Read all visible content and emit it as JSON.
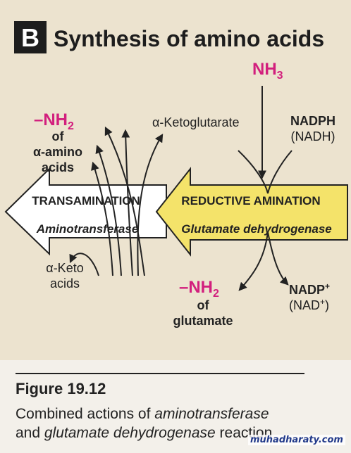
{
  "header": {
    "badge": "B",
    "title": "Synthesis of amino acids"
  },
  "diagram": {
    "nh3": {
      "base": "NH",
      "sub": "3"
    },
    "nh2_top": {
      "base": "–NH",
      "sub": "2",
      "line1": "of",
      "line2": "α-amino",
      "line3": "acids"
    },
    "ketoglutarate": "α-Ketoglutarate",
    "nadph": {
      "line1": "NADPH",
      "line2": "(NADH)"
    },
    "transamination": {
      "title": "TRANSAMINATION",
      "enzyme": "Aminotransferase"
    },
    "reductive": {
      "title": "REDUCTIVE AMINATION",
      "enzyme": "Glutamate dehydrogenase"
    },
    "keto_acids": {
      "line1": "α-Keto",
      "line2": "acids"
    },
    "nh2_bottom": {
      "base": "–NH",
      "sub": "2",
      "line1": "of",
      "line2": "glutamate"
    },
    "nadp": {
      "base": "NADP",
      "sup": "+",
      "line2_base": "(NAD",
      "line2_sup": "+",
      "line2_end": ")"
    },
    "colors": {
      "magenta": "#d21f7d",
      "yellow": "#f4e36a",
      "panel": "#ece3cf",
      "dark": "#222222"
    }
  },
  "caption": {
    "figure": "Figure 19.12",
    "line1_a": "Combined actions of ",
    "line1_b": "aminotransferase",
    "line2_a": "and ",
    "line2_b": "glutamate dehydrogenase",
    "line2_c": " reaction"
  },
  "watermark": "muhadharaty.com"
}
